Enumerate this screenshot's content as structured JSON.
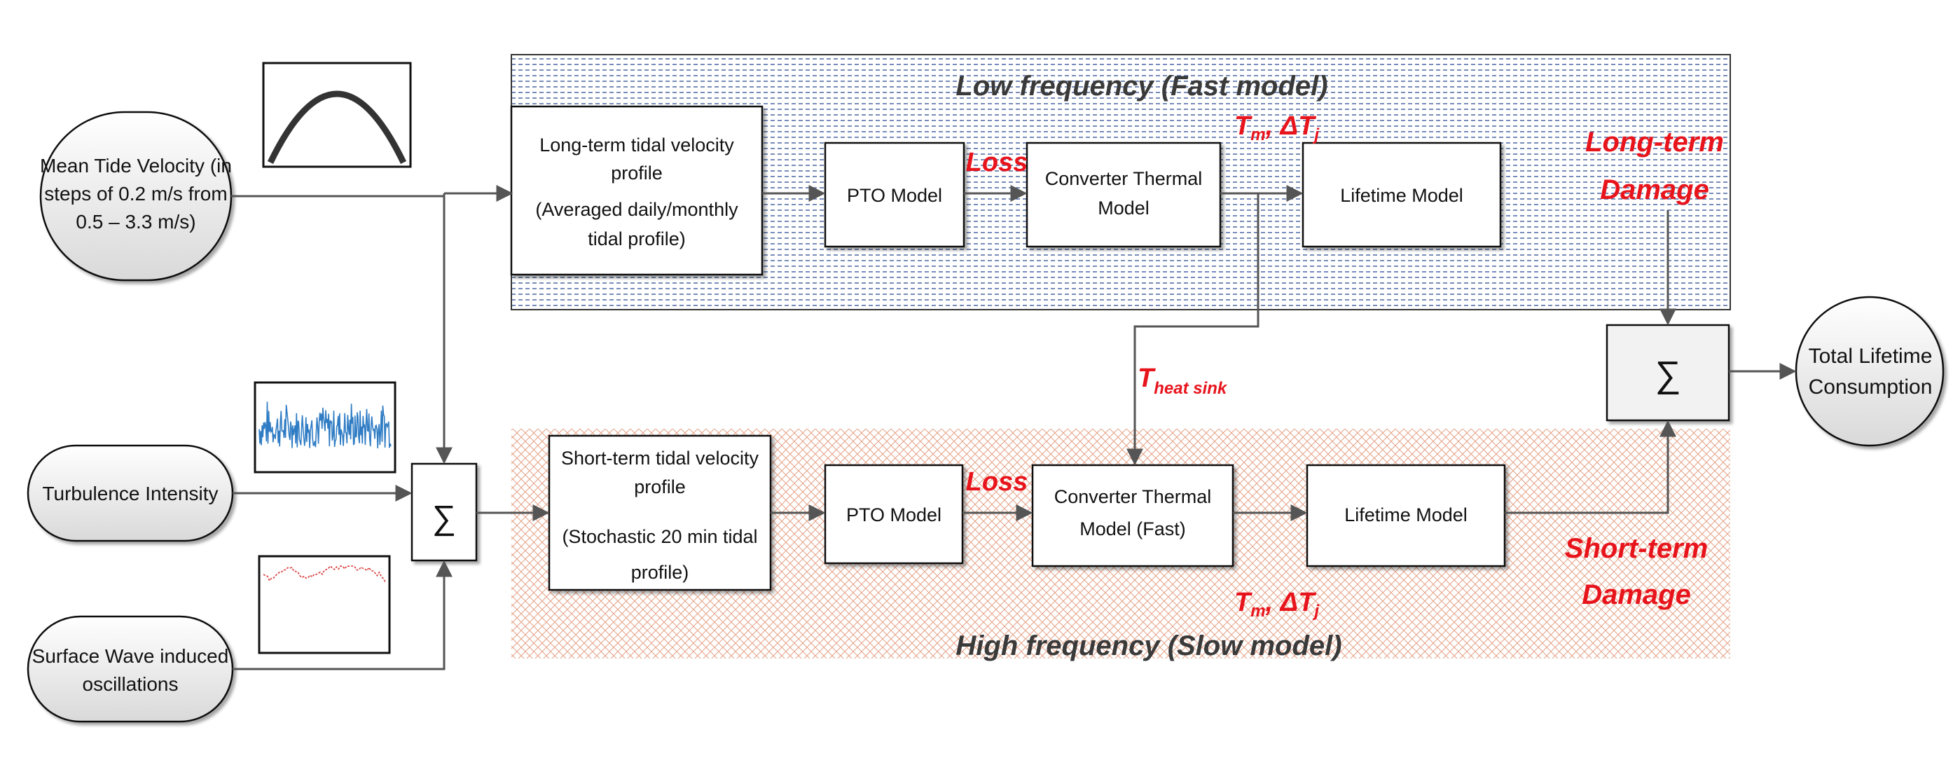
{
  "inputs": {
    "mean_tide": [
      "Mean Tide Velocity (in",
      "steps of 0.2 m/s from",
      "0.5 – 3.3 m/s)"
    ],
    "turbulence": [
      "Turbulence Intensity"
    ],
    "surface_wave": [
      "Surface Wave induced",
      "oscillations"
    ]
  },
  "sum_symbol": "∑",
  "low_freq": {
    "title": "Low frequency (Fast model)",
    "profile": [
      "Long-term tidal velocity",
      "profile",
      "(Averaged daily/monthly",
      "tidal profile)"
    ],
    "pto": "PTO Model",
    "loss": "Loss",
    "thermal": [
      "Converter Thermal",
      "Model"
    ],
    "lifetime": "Lifetime Model",
    "damage": [
      "Long-term",
      "Damage"
    ],
    "tm_label": "T",
    "tm_sub": "m",
    "dtj_label": ", ΔT",
    "dtj_sub": "j"
  },
  "high_freq": {
    "title": "High frequency (Slow model)",
    "profile": [
      "Short-term tidal velocity",
      "profile",
      "(Stochastic  20 min tidal",
      "profile)"
    ],
    "pto": "PTO Model",
    "loss": "Loss",
    "thermal": [
      "Converter Thermal",
      "Model (Fast)"
    ],
    "lifetime": "Lifetime Model",
    "damage": [
      "Short-term",
      "Damage"
    ],
    "tm_label": "T",
    "tm_sub": "m",
    "dtj_label": ", ΔT",
    "dtj_sub": "j"
  },
  "heat_sink": {
    "label": "T",
    "sub": "heat sink"
  },
  "output": [
    "Total Lifetime",
    "Consumption"
  ],
  "colors": {
    "accent_red": "#e8141c",
    "low_band_line": "#3c5a9a",
    "high_band_hatch": "#e6a58a",
    "arrow": "#555555"
  },
  "icons": [
    "parabola-plot-icon",
    "turbulence-plot-icon",
    "wave-plot-icon"
  ]
}
